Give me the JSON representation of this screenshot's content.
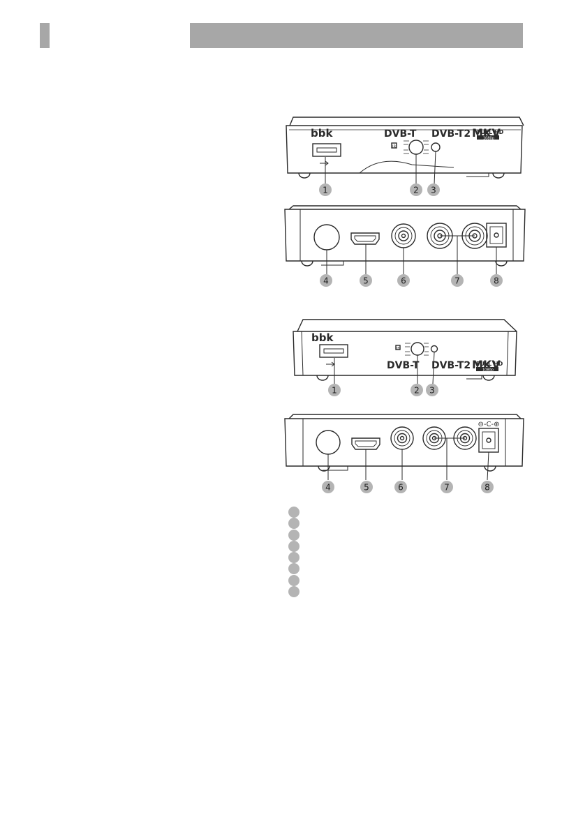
{
  "page": {
    "header_text": "",
    "side_tab_text": ""
  },
  "figures": [
    {
      "id": "model-a-front",
      "brand": "bbk",
      "badges": {
        "dvbt": "DVB-T",
        "dvbt2": "DVB-T2",
        "mkv": "MKV",
        "fullhd": "FULL HD",
        "fullhd_sub": "1080p"
      },
      "ir_label": "IR",
      "callouts": [
        "1",
        "2",
        "3"
      ]
    },
    {
      "id": "model-a-rear",
      "callouts": [
        "4",
        "5",
        "6",
        "7",
        "8"
      ]
    },
    {
      "id": "model-b-front",
      "brand": "bbk",
      "badges": {
        "dvbt": "DVB-T",
        "dvbt2": "DVB-T2",
        "mkv": "MKV",
        "fullhd": "FULL HD",
        "fullhd_sub": "1080p"
      },
      "ir_label": "IR",
      "callouts": [
        "1",
        "2",
        "3"
      ]
    },
    {
      "id": "model-b-rear",
      "polarity_symbol": "⊖-C-⊕",
      "callouts": [
        "4",
        "5",
        "6",
        "7",
        "8"
      ]
    }
  ],
  "legend": {
    "count": 8,
    "color": "#b4b4b4",
    "items": [
      "",
      "",
      "",
      "",
      "",
      "",
      "",
      ""
    ]
  },
  "colors": {
    "bar": "#a7a7a7",
    "stroke": "#2a2a2a",
    "callout": "#b4b4b4"
  }
}
